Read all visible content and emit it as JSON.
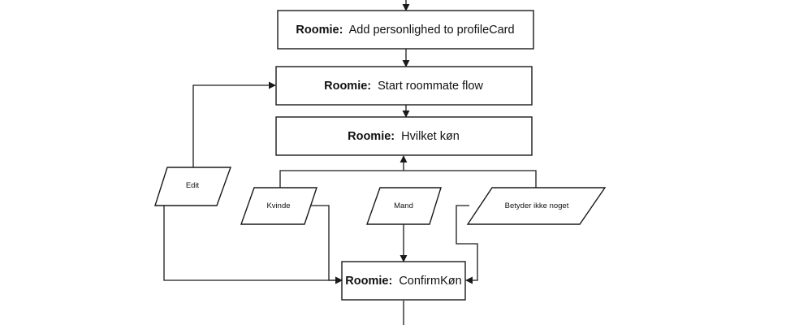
{
  "diagram": {
    "nodes": {
      "profile_card": {
        "prefix": "Roomie:",
        "text": "Add personlighed to profileCard"
      },
      "start_flow": {
        "prefix": "Roomie:",
        "text": "Start roommate flow"
      },
      "hvilket_kon": {
        "prefix": "Roomie:",
        "text": "Hvilket køn"
      },
      "confirm_kon": {
        "prefix": "Roomie:",
        "text": "ConfirmKøn"
      }
    },
    "options": {
      "edit": "Edit",
      "kvinde": "Kvinde",
      "mand": "Mand",
      "betyder": "Betyder ikke noget"
    }
  }
}
